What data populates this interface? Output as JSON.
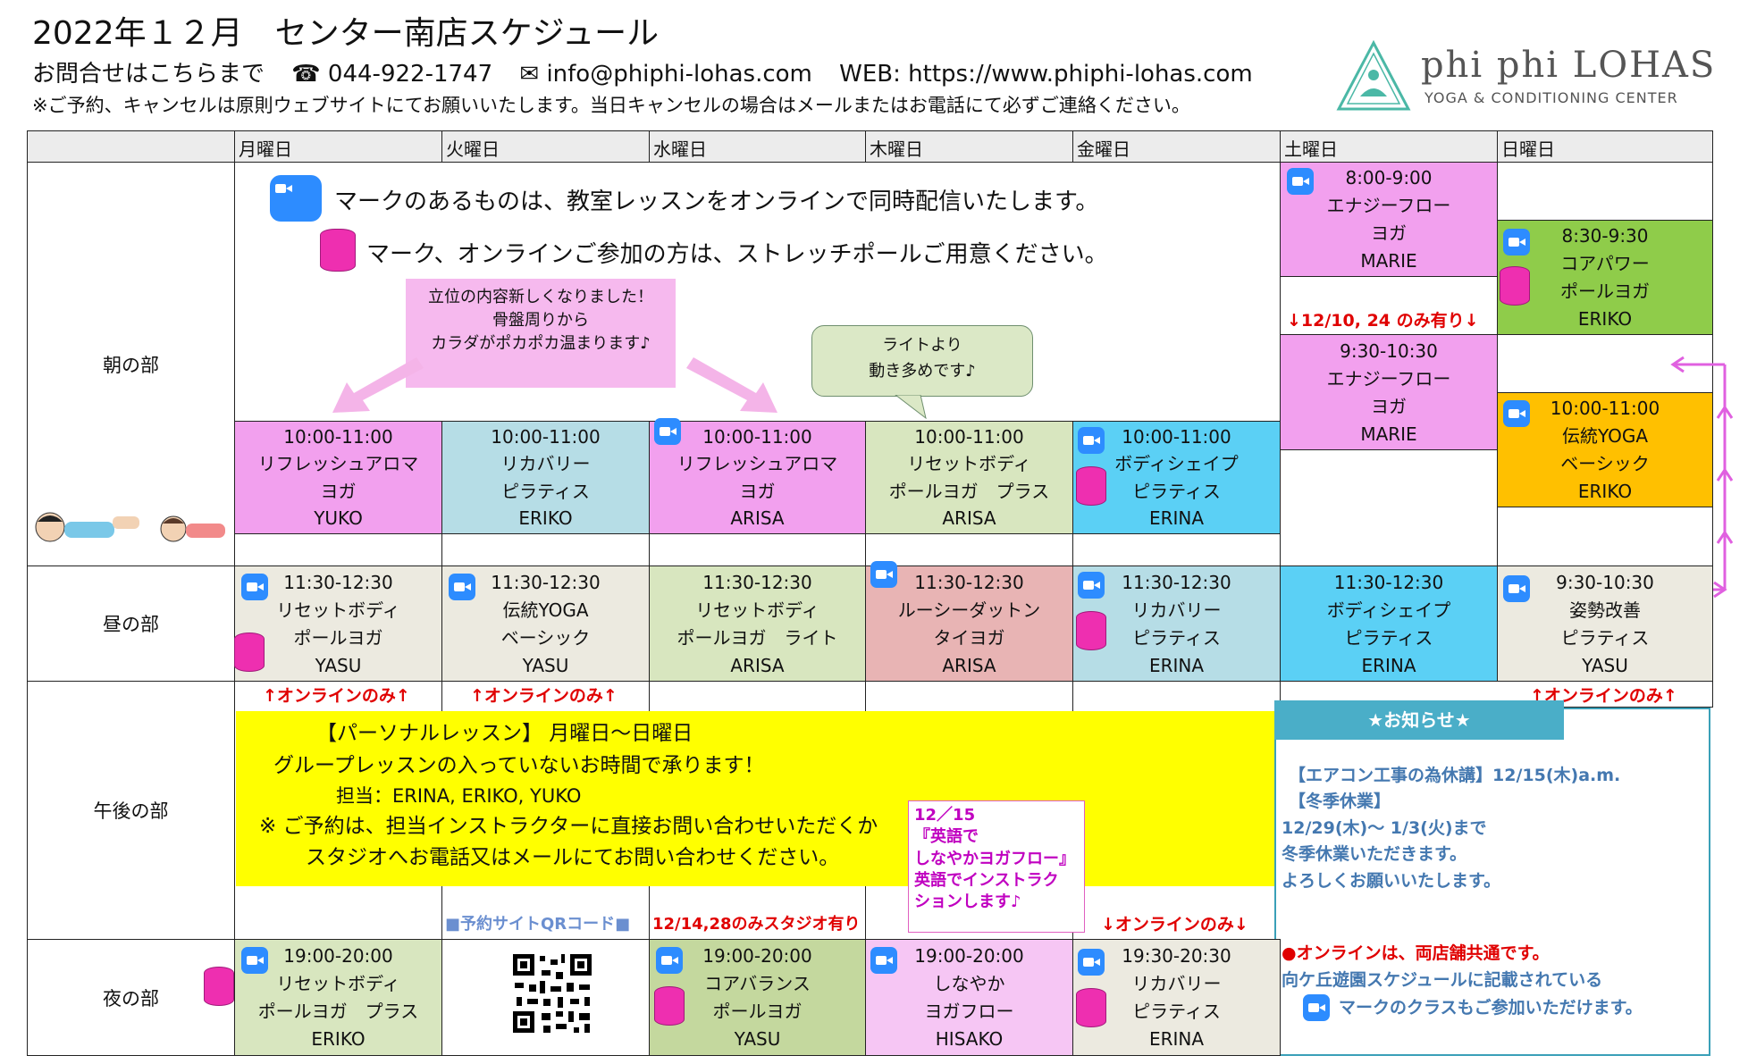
{
  "header": {
    "title": "2022年１２月　センター南店スケジュール",
    "contact_label": "お問合せはこちらまで",
    "phone": "☎ 044-922-1747",
    "email": "✉ info@phiphi-lohas.com",
    "web": "WEB: https://www.phiphi-lohas.com",
    "notice": "※ご予約、キャンセルは原則ウェブサイトにてお願いいたします。当日キャンセルの場合はメールまたはお電話にて必ずご連絡ください。"
  },
  "logo": {
    "name": "phi phi LOHAS",
    "subtitle": "YOGA & CONDITIONING CENTER"
  },
  "days": [
    "月曜日",
    "火曜日",
    "水曜日",
    "木曜日",
    "金曜日",
    "土曜日",
    "日曜日"
  ],
  "periods": {
    "morning": "朝の部",
    "noon": "昼の部",
    "afternoon": "午後の部",
    "night": "夜の部"
  },
  "legend": {
    "zoom_text": "マークのあるものは、教室レッスンをオンラインで同時配信いたします。",
    "pole_text": "マーク、オンラインご参加の方は、ストレッチポールご用意ください。"
  },
  "callouts": {
    "pink_note": [
      "立位の内容新しくなりました！",
      "骨盤周りから",
      "カラダがポカポカ温まります♪"
    ],
    "speech": [
      "ライトより",
      "動き多めです♪"
    ]
  },
  "classes": {
    "mon_am": [
      "10:00-11:00",
      "リフレッシュアロマ",
      "ヨガ",
      "YUKO"
    ],
    "tue_am": [
      "10:00-11:00",
      "リカバリー",
      "ピラティス",
      "ERIKO"
    ],
    "wed_am": [
      "10:00-11:00",
      "リフレッシュアロマ",
      "ヨガ",
      "ARISA"
    ],
    "thu_am": [
      "10:00-11:00",
      "リセットボディ",
      "ポールヨガ　プラス",
      "ARISA"
    ],
    "fri_am": [
      "10:00-11:00",
      "ボディシェイプ",
      "ピラティス",
      "ERINA"
    ],
    "sat_early": [
      "8:00-9:00",
      "エナジーフロー",
      "ヨガ",
      "MARIE"
    ],
    "sat_930": [
      "9:30-10:30",
      "エナジーフロー",
      "ヨガ",
      "MARIE"
    ],
    "sun_830": [
      "8:30-9:30",
      "コアパワー",
      "ポールヨガ",
      "ERIKO"
    ],
    "sun_10": [
      "10:00-11:00",
      "伝統YOGA",
      "ベーシック",
      "ERIKO"
    ],
    "mon_noon": [
      "11:30-12:30",
      "リセットボディ",
      "ポールヨガ",
      "YASU"
    ],
    "tue_noon": [
      "11:30-12:30",
      "伝統YOGA",
      "ベーシック",
      "YASU"
    ],
    "wed_noon": [
      "11:30-12:30",
      "リセットボディ",
      "ポールヨガ　ライト",
      "ARISA"
    ],
    "thu_noon": [
      "11:30-12:30",
      "ルーシーダットン",
      "タイヨガ",
      "ARISA"
    ],
    "fri_noon": [
      "11:30-12:30",
      "リカバリー",
      "ピラティス",
      "ERINA"
    ],
    "sat_noon": [
      "11:30-12:30",
      "ボディシェイプ",
      "ピラティス",
      "ERINA"
    ],
    "sun_noon": [
      "9:30-10:30",
      "姿勢改善",
      "ピラティス",
      "YASU"
    ],
    "mon_night": [
      "19:00-20:00",
      "リセットボディ",
      "ポールヨガ　プラス",
      "ERIKO"
    ],
    "wed_night": [
      "19:00-20:00",
      "コアバランス",
      "ポールヨガ",
      "YASU"
    ],
    "thu_night": [
      "19:00-20:00",
      "しなやか",
      "ヨガフロー",
      "HISAKO"
    ],
    "fri_night": [
      "19:30-20:30",
      "リカバリー",
      "ピラティス",
      "ERINA"
    ]
  },
  "red_notes": {
    "sat_only": "↓12/10, 24 のみ有り↓",
    "online_only_up": "↑オンラインのみ↑",
    "online_only_down": "↓オンラインのみ↓",
    "studio_only": "12/14,28のみスタジオ有り",
    "qr_label": "■予約サイトQRコード■"
  },
  "personal": {
    "line1": "【パーソナルレッスン】 月曜日～日曜日",
    "line2": "グループレッスンの入っていないお時間で承ります！",
    "line3": "担当：ERINA,  ERIKO, YUKO",
    "line4": "※ ご予約は、担当インストラクターに直接お問い合わせいただくか",
    "line5": "スタジオへお電話又はメールにてお問い合わせください。"
  },
  "english_note": [
    "12／15",
    "『英語で",
    "しなやかヨガフロー』",
    "英語でインストラク",
    "ションします♪"
  ],
  "news": {
    "tab": "★お知らせ★",
    "lines": [
      "【エアコン工事の為休講】12/15(木)a.m.",
      "【冬季休業】",
      "12/29(木)～ 1/3(火)まで",
      "冬季休業いただきます。",
      "よろしくお願いいたします。"
    ],
    "online1": "●オンラインは、両店舗共通です。",
    "online2": "向ケ丘遊園スケジュールに記載されている",
    "online3": "マークのクラスもご参加いただけます。"
  },
  "colors": {
    "pink": "#f2a0ee",
    "cyan": "#5bd0f5",
    "zoom": "#2d8cff",
    "pole": "#ee2fb0",
    "yellow": "#ffff00"
  }
}
